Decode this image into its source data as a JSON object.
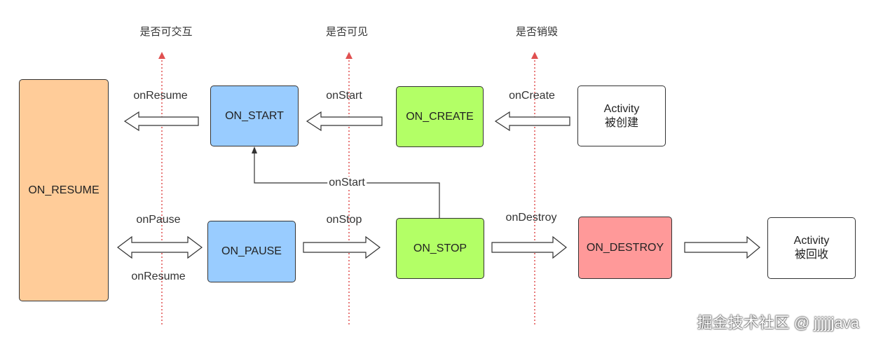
{
  "nodes": {
    "on_resume": {
      "label": "ON_RESUME",
      "color": "#FFCC99"
    },
    "on_start": {
      "label": "ON_START",
      "color": "#99CCFF"
    },
    "on_create": {
      "label": "ON_CREATE",
      "color": "#B3FF66"
    },
    "activity_created": {
      "line1": "Activity",
      "line2": "被创建",
      "color": "#FFFFFF"
    },
    "on_pause": {
      "label": "ON_PAUSE",
      "color": "#99CCFF"
    },
    "on_stop": {
      "label": "ON_STOP",
      "color": "#B3FF66"
    },
    "on_destroy": {
      "label": "ON_DESTROY",
      "color": "#FF9999"
    },
    "activity_recycled": {
      "line1": "Activity",
      "line2": "被回收",
      "color": "#FFFFFF"
    }
  },
  "edge_labels": {
    "on_resume_top": "onResume",
    "on_start_top": "onStart",
    "on_create": "onCreate",
    "on_start_restart": "onStart",
    "on_pause": "onPause",
    "on_resume_bottom": "onResume",
    "on_stop": "onStop",
    "on_destroy": "onDestroy"
  },
  "dividers": {
    "interactive": "是否可交互",
    "visible": "是否可见",
    "destroyed": "是否销毁"
  },
  "watermark": "掘金技术社区 @ jjjjjjava"
}
